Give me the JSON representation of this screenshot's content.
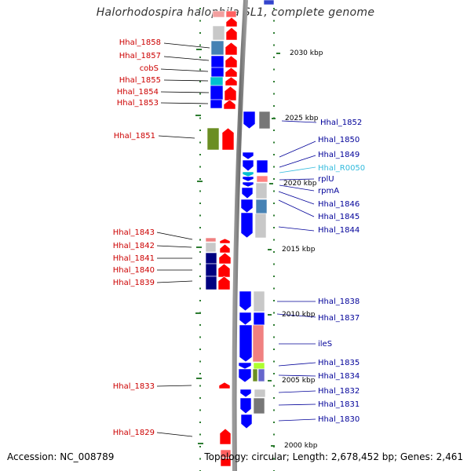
{
  "title": "Halorhodospira halophila SL1, complete genome",
  "footer": {
    "accession": "Accession: NC_008789",
    "summary": "Topology: circular; Length: 2,678,452 bp; Genes: 2,461"
  },
  "colors": {
    "left_label": "#cc0000",
    "right_label": "#000099",
    "rna_label": "#33bbdd",
    "leader": "#000000",
    "tick": "#2e7d32"
  },
  "scale_labels": [
    "2030 kbp",
    "2025 kbp",
    "2020 kbp",
    "2015 kbp",
    "2010 kbp",
    "2005 kbp",
    "2000 kbp"
  ],
  "left_genes": [
    "Hhal_1858",
    "Hhal_1857",
    "cobS",
    "Hhal_1855",
    "Hhal_1854",
    "Hhal_1853",
    "Hhal_1851",
    "Hhal_1843",
    "Hhal_1842",
    "Hhal_1841",
    "Hhal_1840",
    "Hhal_1839",
    "Hhal_1833",
    "Hhal_1829"
  ],
  "right_genes": [
    "Hhal_1852",
    "Hhal_1850",
    "Hhal_1849",
    "Hhal_R0050",
    "rplU",
    "rpmA",
    "Hhal_1846",
    "Hhal_1845",
    "Hhal_1844",
    "Hhal_1838",
    "Hhal_1837",
    "ileS",
    "Hhal_1835",
    "Hhal_1834",
    "Hhal_1832",
    "Hhal_1831",
    "Hhal_1830"
  ]
}
